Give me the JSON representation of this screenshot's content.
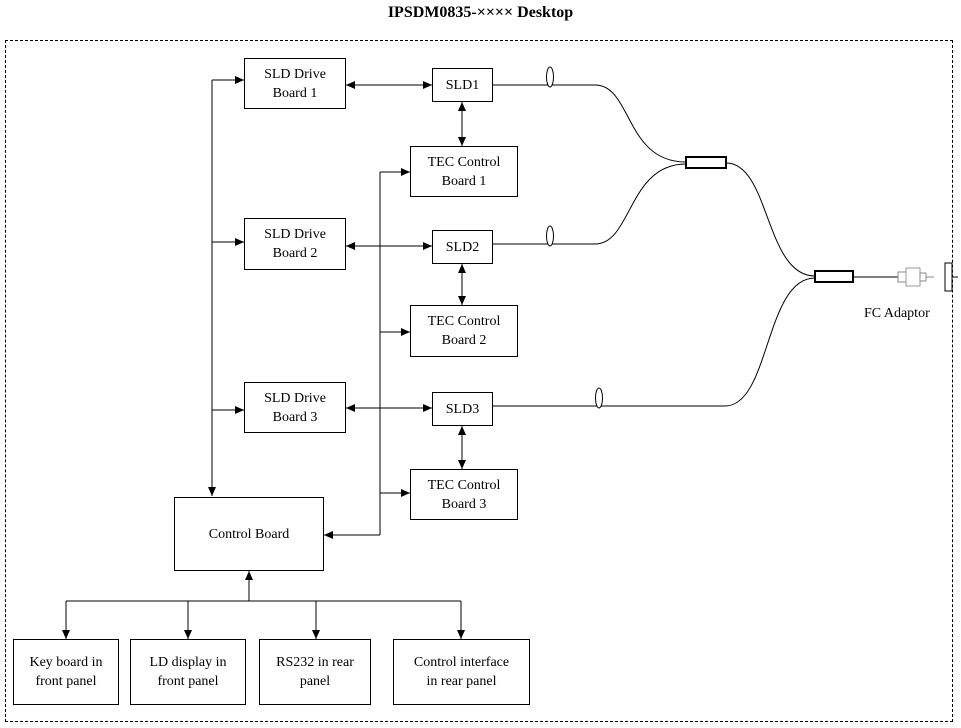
{
  "title": "IPSDM0835-×××× Desktop",
  "blocks": {
    "sld_drive_1": "SLD Drive\nBoard 1",
    "sld_drive_2": "SLD Drive\nBoard 2",
    "sld_drive_3": "SLD Drive\nBoard 3",
    "sld1": "SLD1",
    "sld2": "SLD2",
    "sld3": "SLD3",
    "tec_1": "TEC Control\nBoard 1",
    "tec_2": "TEC Control\nBoard 2",
    "tec_3": "TEC Control\nBoard 3",
    "control_board": "Control Board",
    "keyboard": "Key board in\nfront panel",
    "ld_display": "LD display in\nfront panel",
    "rs232": "RS232 in rear\npanel",
    "control_interface": "Control interface\nin rear panel"
  },
  "labels": {
    "fc_adaptor": "FC Adaptor"
  }
}
